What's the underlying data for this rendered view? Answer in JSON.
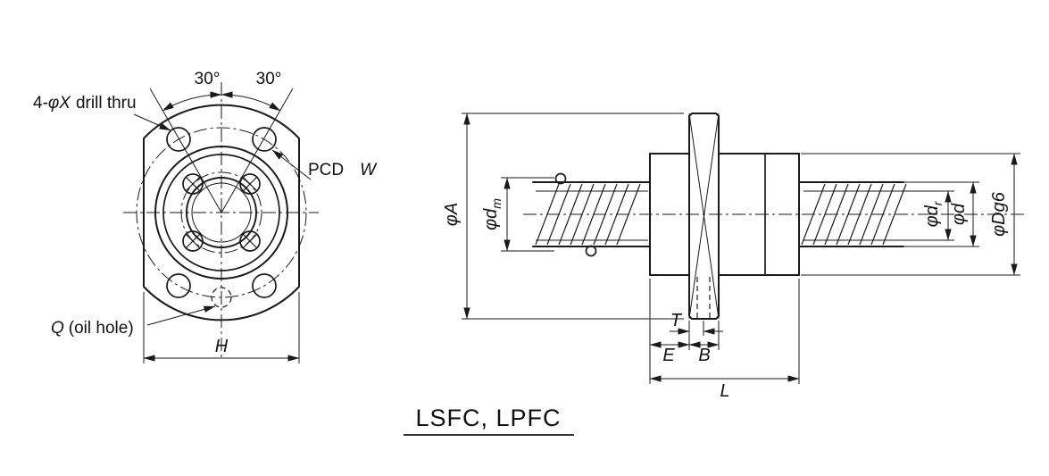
{
  "title": "LSFC, LPFC",
  "colors": {
    "line": "#1a1a1a",
    "background": "#ffffff"
  },
  "front_view": {
    "labels": {
      "angle_left": "30°",
      "angle_right": "30°",
      "drill_prefix": "4-",
      "drill_symbol": "φX",
      "drill_suffix": "drill thru",
      "pcd_prefix": "PCD",
      "pcd_symbol": "W",
      "oil_symbol": "Q",
      "oil_suffix": "(oil hole)",
      "flange_width": "H"
    }
  },
  "side_view": {
    "labels": {
      "flange_diameter": "φA",
      "ball_center_diameter": "φd",
      "ball_center_sub": "m",
      "root_diameter": "φd",
      "root_sub": "r",
      "screw_diameter": "φd",
      "nut_outer_diameter": "φDg6",
      "dim_t": "T",
      "dim_e": "E",
      "dim_b": "B",
      "dim_l": "L"
    }
  }
}
